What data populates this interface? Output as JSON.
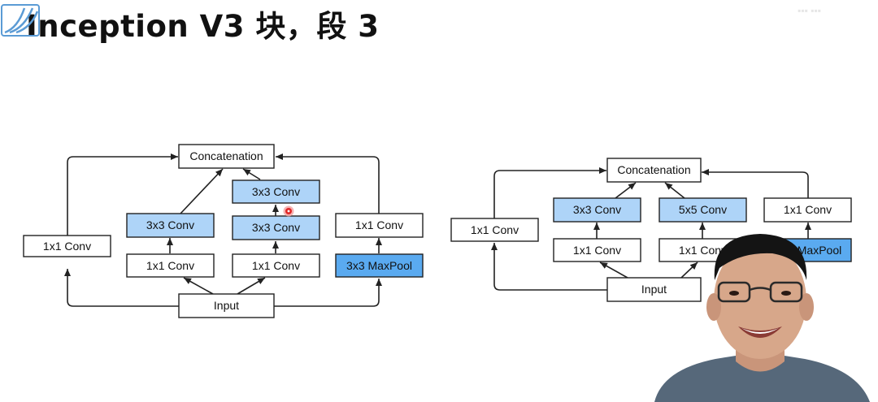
{
  "title": "Inception V3 块，段 3",
  "colors": {
    "box_border": "#222222",
    "light_blue": "#aed4f8",
    "mid_blue": "#5aaaf0",
    "arrow": "#222222",
    "cursor_dot": "#e02828",
    "shirt": "#56687a",
    "skin": "#d7a78a",
    "hair": "#141414"
  },
  "left_diagram": {
    "concat": "Concatenation",
    "input": "Input",
    "branch1_conv": "1x1 Conv",
    "branch2_bottom": "1x1 Conv",
    "branch2_top": "3x3 Conv",
    "branch3_bottom": "1x1 Conv",
    "branch3_middle": "3x3 Conv",
    "branch3_top": "3x3 Conv",
    "branch4_pool": "3x3 MaxPool",
    "branch4_conv": "1x1 Conv"
  },
  "right_diagram": {
    "concat": "Concatenation",
    "input": "Input",
    "branch1_conv": "1x1 Conv",
    "branch2_bottom": "1x1 Conv",
    "branch2_top": "3x3 Conv",
    "branch3_bottom": "1x1 Conv",
    "branch3_top": "5x5 Conv",
    "branch4_pool": "MaxPool",
    "branch4_conv": "1x1 Conv"
  },
  "logo_icon": "bilibili-logo-icon",
  "presenter_icon": "presenter-video-overlay"
}
